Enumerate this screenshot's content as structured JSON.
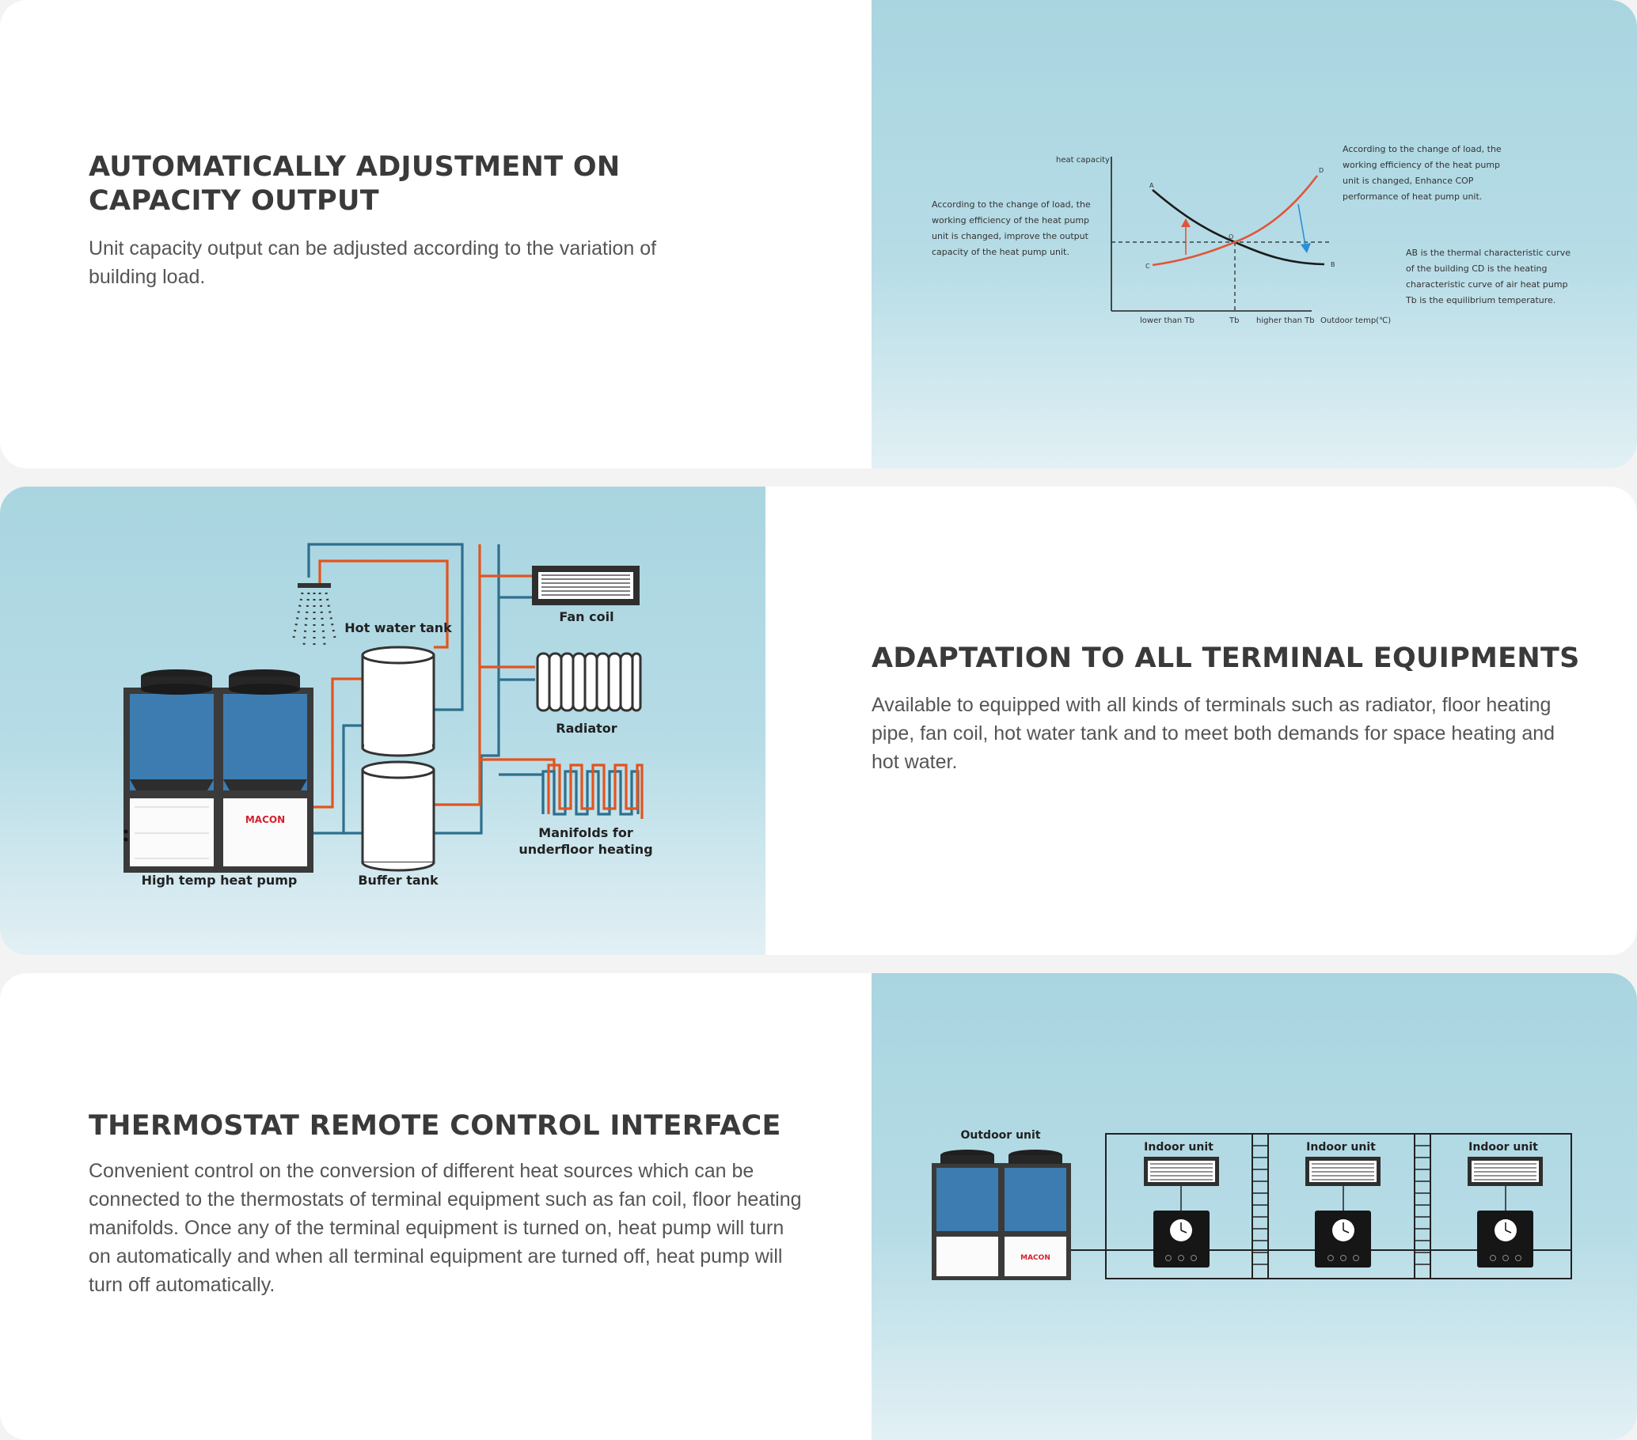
{
  "sections": [
    {
      "title_line1": "AUTOMATICALLY ADJUSTMENT ON",
      "title_line2": "CAPACITY OUTPUT",
      "body_line1": "Unit capacity output can be adjusted according to the variation of",
      "body_line2": "building load."
    },
    {
      "title_line1": "ADAPTATION TO ALL TERMINAL EQUIPMENTS",
      "body_line1": "Available to equipped with all kinds of terminals such as radiator, floor heating",
      "body_line2": "pipe, fan coil, hot water tank and to meet both demands for space heating and",
      "body_line3": "hot water."
    },
    {
      "title_line1": "THERMOSTAT REMOTE CONTROL INTERFACE",
      "body_line1": "Convenient control on the conversion of different heat sources which can be",
      "body_line2": "connected to the thermostats of terminal equipment such as fan coil, floor heating",
      "body_line3": "manifolds. Once any of the terminal equipment is turned on, heat pump will turn",
      "body_line4": "on automatically and when all terminal equipment are  turned off, heat pump will",
      "body_line5": "turn off automatically."
    }
  ],
  "capacity_diagram": {
    "y_axis_label": "heat capacity",
    "x_axis_label": "Outdoor temp(℃)",
    "x_ticks": [
      "lower than Tb",
      "Tb",
      "higher than Tb"
    ],
    "points": [
      "A",
      "B",
      "C",
      "D",
      "O"
    ],
    "note_left": [
      "According to the change of load, the",
      "working efficiency of the heat pump",
      "unit is changed, improve the output",
      "capacity of the heat pump unit."
    ],
    "note_top": [
      "According to the change of load,  the",
      "working efficiency of the heat pump",
      "unit is changed, Enhance COP",
      "performance of heat pump unit."
    ],
    "note_right": [
      "AB is the thermal characteristic curve",
      "of the building CD is the heating",
      "characteristic curve of air heat pump",
      "Tb is the equilibrium temperature."
    ],
    "colors": {
      "curve_AB": "#1b1b1b",
      "curve_CD": "#e0553a",
      "arrow_up": "#e0553a",
      "arrow_down": "#2a8fd4"
    }
  },
  "system_diagram": {
    "labels": {
      "hot_water_tank": "Hot water tank",
      "fan_coil": "Fan coil",
      "radiator": "Radiator",
      "manifolds_line1": "Manifolds for",
      "manifolds_line2": "underfloor heating",
      "heat_pump": "High temp heat pump",
      "buffer_tank": "Buffer tank",
      "brand": "MACON"
    },
    "colors": {
      "hot_pipe": "#e2541e",
      "cold_pipe": "#2e6f8e",
      "unit_panel": "#3d7cb1"
    }
  },
  "thermostat_diagram": {
    "outdoor_label": "Outdoor unit",
    "indoor_labels": [
      "Indoor unit",
      "Indoor unit",
      "Indoor unit"
    ],
    "brand": "MACON"
  }
}
